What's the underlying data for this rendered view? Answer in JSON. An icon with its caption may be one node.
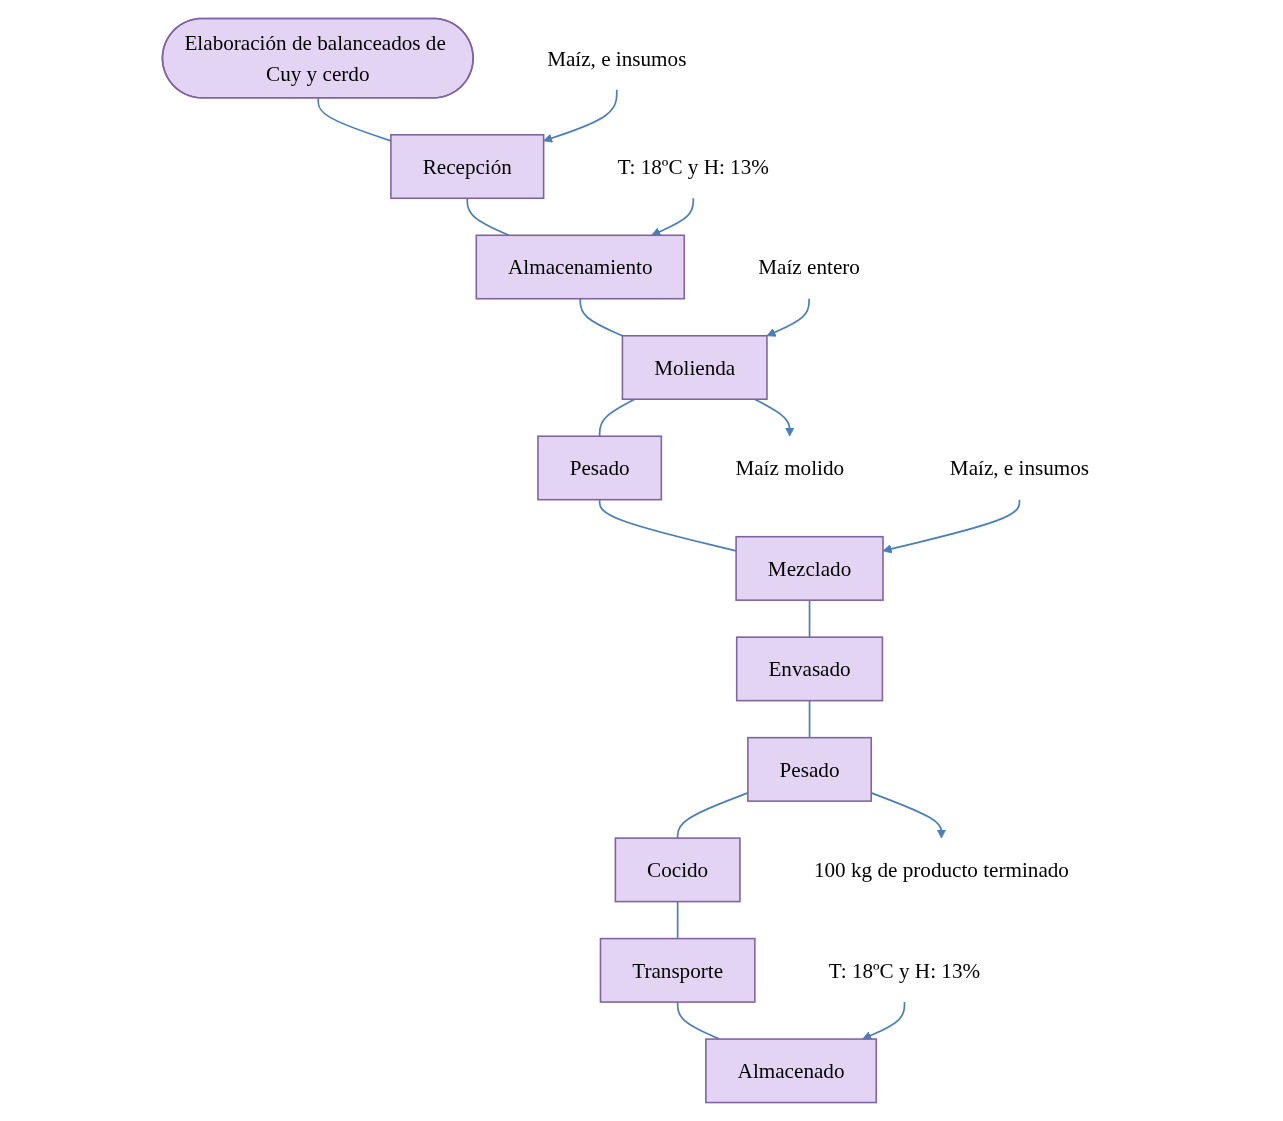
{
  "diagram": {
    "nodes": [
      {
        "text": [
          "Elaboración de balanceados de Cuy y cerdo"
        ]
      },
      {
        "text": [
          "Recepción"
        ]
      },
      {
        "text": [
          "Almacenamiento"
        ]
      },
      {
        "text": [
          "Molienda"
        ]
      },
      {
        "text": [
          "Pesado"
        ]
      },
      {
        "text": [
          "Mezclado"
        ]
      },
      {
        "text": [
          "Envasado"
        ]
      },
      {
        "text": [
          "Pesado"
        ]
      },
      {
        "text": [
          "Cocido"
        ]
      },
      {
        "text": [
          "Transporte"
        ]
      },
      {
        "text": [
          "Almacenado"
        ]
      },
      {
        "text": [
          "Maíz, e insumos"
        ]
      },
      {
        "text": [
          "T: 18ºC y H: 13%"
        ]
      },
      {
        "text": [
          "Maíz entero"
        ]
      },
      {
        "text": [
          "Maíz molido"
        ]
      },
      {
        "text": [
          "Maíz, e insumos"
        ]
      },
      {
        "text": [
          "100 kg de producto terminado"
        ]
      },
      {
        "text": [
          "T: 18ºC y H: 13%"
        ]
      }
    ],
    "edges": [
      {
        "from": 0,
        "to": 1,
        "arrow": "none"
      },
      {
        "from": 1,
        "to": 2,
        "arrow": "none"
      },
      {
        "from": 2,
        "to": 3,
        "arrow": "none"
      },
      {
        "from": 3,
        "to": 4,
        "arrow": "none"
      },
      {
        "from": 4,
        "to": 5,
        "arrow": "none"
      },
      {
        "from": 5,
        "to": 6,
        "arrow": "none"
      },
      {
        "from": 6,
        "to": 7,
        "arrow": "none"
      },
      {
        "from": 7,
        "to": 8,
        "arrow": "none"
      },
      {
        "from": 8,
        "to": 9,
        "arrow": "none"
      },
      {
        "from": 9,
        "to": 10,
        "arrow": "none"
      },
      {
        "from": 11,
        "to": 1,
        "arrow": "to"
      },
      {
        "from": 12,
        "to": 2,
        "arrow": "to"
      },
      {
        "from": 13,
        "to": 3,
        "arrow": "to"
      },
      {
        "from": 3,
        "to": 14,
        "arrow": "to"
      },
      {
        "from": 15,
        "to": 5,
        "arrow": "to"
      },
      {
        "from": 7,
        "to": 16,
        "arrow": "to"
      },
      {
        "from": 17,
        "to": 10,
        "arrow": "to"
      }
    ]
  }
}
